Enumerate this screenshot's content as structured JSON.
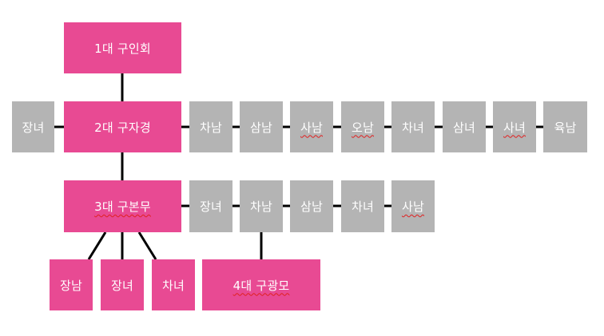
{
  "colors": {
    "main": "#e84a93",
    "sibling": "#b4b4b4",
    "line": "#000000",
    "text": "#ffffff"
  },
  "gen1": {
    "label": "1대 구인회"
  },
  "gen2": {
    "label": "2대 구자경",
    "left": "장녀",
    "siblings": [
      "차남",
      "삼남",
      "사남",
      "오남",
      "차녀",
      "삼녀",
      "사녀",
      "육남"
    ]
  },
  "gen3": {
    "label": "3대 구본무",
    "siblings": [
      "장녀",
      "차남",
      "삼남",
      "차녀",
      "사남"
    ],
    "children": [
      "장남",
      "장녀",
      "차녀"
    ]
  },
  "gen4": {
    "label": "4대 구광모"
  }
}
